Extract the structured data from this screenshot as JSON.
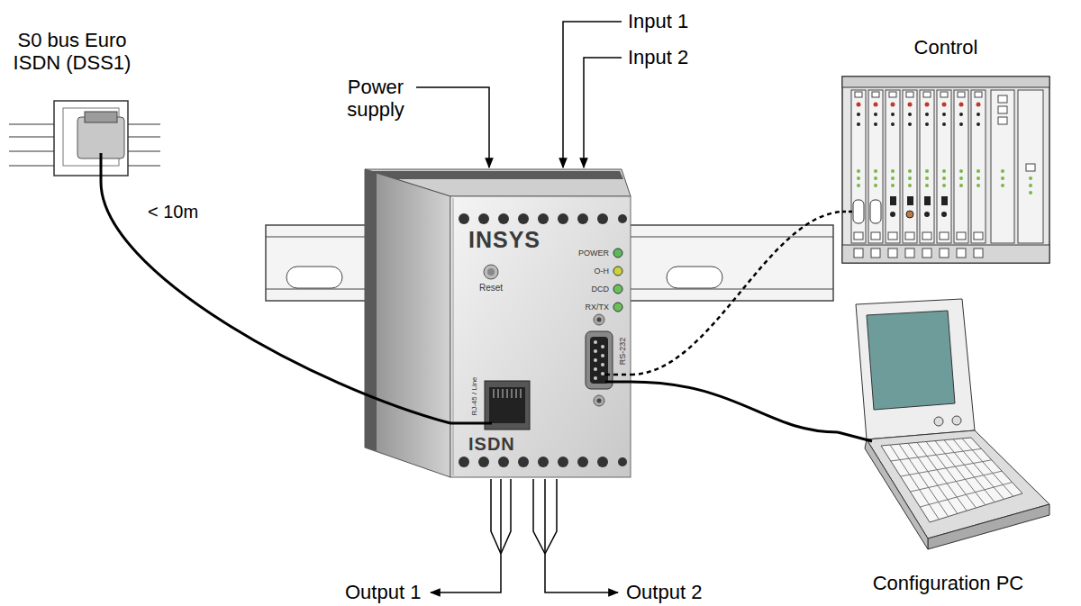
{
  "diagram": {
    "nodes": [
      {
        "text": [
          "S0 bus Euro ISDN (DSS1)"
        ]
      },
      {
        "text": [
          "INSYS",
          "POWER",
          "O-H",
          "DCD",
          "RX/TX",
          "Reset",
          "RJ-45 / Line",
          "RS-232",
          "ISDN"
        ]
      },
      {
        "text": [
          "Control"
        ]
      },
      {
        "text": [
          "Configuration PC"
        ]
      }
    ],
    "edges": [
      {
        "from": 0,
        "to": 1,
        "label": "< 10m",
        "arrow": "none"
      },
      {
        "from": 1,
        "to": 2,
        "arrow": "none"
      },
      {
        "from": 1,
        "to": 3,
        "arrow": "none"
      }
    ],
    "labels": [
      "Power supply",
      "Input 1",
      "Input 2",
      "Output 1",
      "Output 2"
    ]
  }
}
